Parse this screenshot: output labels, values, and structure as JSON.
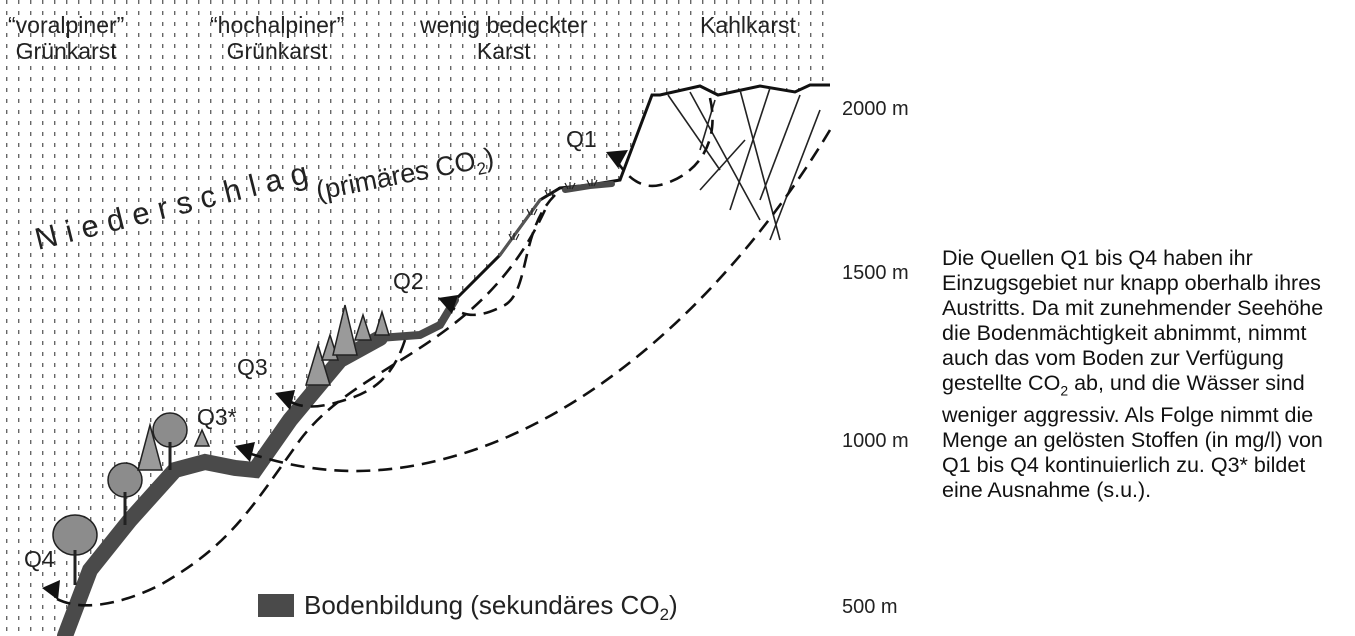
{
  "zones": [
    {
      "line1": "“voralpiner”",
      "line2": "Grünkarst"
    },
    {
      "line1": "“hochalpiner”",
      "line2": "Grünkarst"
    },
    {
      "line1": "wenig bedeckter",
      "line2": "Karst"
    },
    {
      "line1": "Kahlkarst",
      "line2": ""
    }
  ],
  "elevations": [
    "2000 m",
    "1500 m",
    "1000 m",
    "500 m"
  ],
  "springs": [
    "Q1",
    "Q2",
    "Q3",
    "Q3*",
    "Q4"
  ],
  "precipitation": {
    "word": "Niederschlag",
    "paren_text": "(primäres CO",
    "sub": "2",
    "close": ")"
  },
  "legend": {
    "text": "Bodenbildung (sekundäres CO",
    "sub": "2",
    "close": ")",
    "color": "#4a4a4a"
  },
  "caption": {
    "part1": "Die Quellen Q1 bis Q4 haben ihr Einzugsgebiet nur knapp oberhalb ihres Austritts. Da mit zunehmender Seehöhe die Bodenmächtigkeit abnimmt, nimmt auch das vom Boden zur Verfügung gestellte CO",
    "sub": "2",
    "part2": " ab, und die Wässer sind weniger aggressiv. Als Folge nimmt die Menge an gelösten Stoffen (in mg/l) von Q1 bis Q4 kontinuierlich zu. Q3* bildet eine Ausnahme (s.u.)."
  }
}
